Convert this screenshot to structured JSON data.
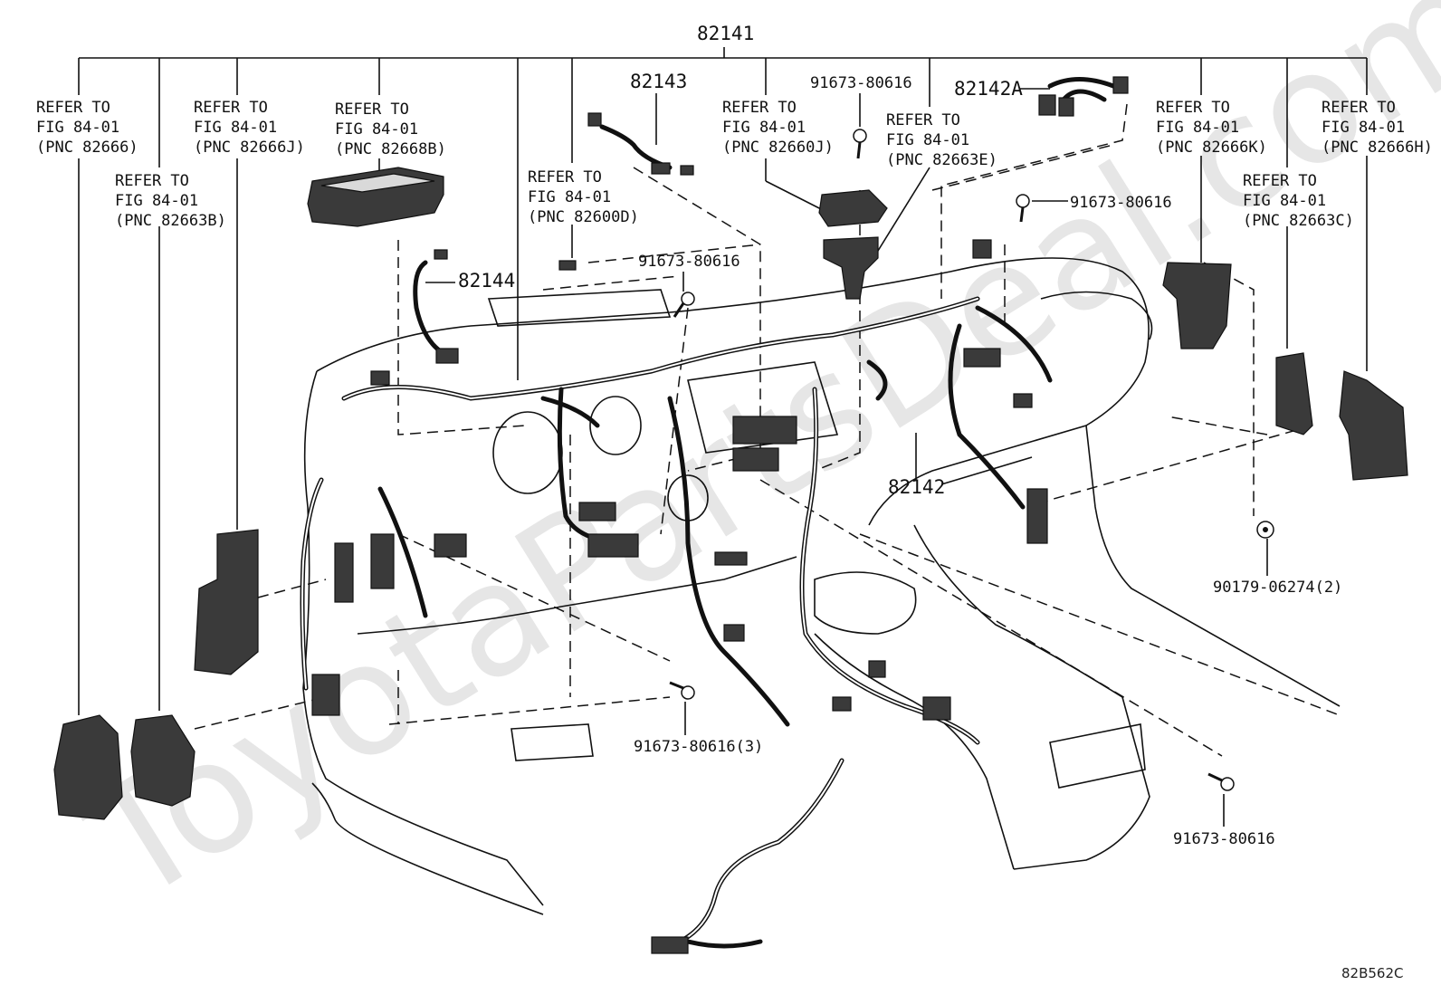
{
  "watermark": "ToyotaPartsDeal.com",
  "diagram_code": "82B562C",
  "parts": {
    "main_harness": "82141",
    "harness_82143": "82143",
    "harness_82144": "82144",
    "harness_82142": "82142",
    "harness_82142A": "82142A"
  },
  "fasteners": {
    "bolt_top_center": "91673-80616",
    "bolt_upper_right": "91673-80616",
    "bolt_mid": "91673-80616",
    "bolt_lower_mid": "91673-80616(3)",
    "bolt_lower_right": "91673-80616",
    "clip_right": "90179-06274(2)"
  },
  "references": [
    {
      "line1": "REFER TO",
      "line2": "FIG 84-01",
      "line3": "(PNC 82666)"
    },
    {
      "line1": "REFER TO",
      "line2": "FIG 84-01",
      "line3": "(PNC 82663B)"
    },
    {
      "line1": "REFER TO",
      "line2": "FIG 84-01",
      "line3": "(PNC 82666J)"
    },
    {
      "line1": "REFER TO",
      "line2": "FIG 84-01",
      "line3": "(PNC 82668B)"
    },
    {
      "line1": "REFER TO",
      "line2": "FIG 84-01",
      "line3": "(PNC 82600D)"
    },
    {
      "line1": "REFER TO",
      "line2": "FIG 84-01",
      "line3": "(PNC 82660J)"
    },
    {
      "line1": "REFER TO",
      "line2": "FIG 84-01",
      "line3": "(PNC 82663E)"
    },
    {
      "line1": "REFER TO",
      "line2": "FIG 84-01",
      "line3": "(PNC 82666K)"
    },
    {
      "line1": "REFER TO",
      "line2": "FIG 84-01",
      "line3": "(PNC 82663C)"
    },
    {
      "line1": "REFER TO",
      "line2": "FIG 84-01",
      "line3": "(PNC 82666H)"
    }
  ]
}
